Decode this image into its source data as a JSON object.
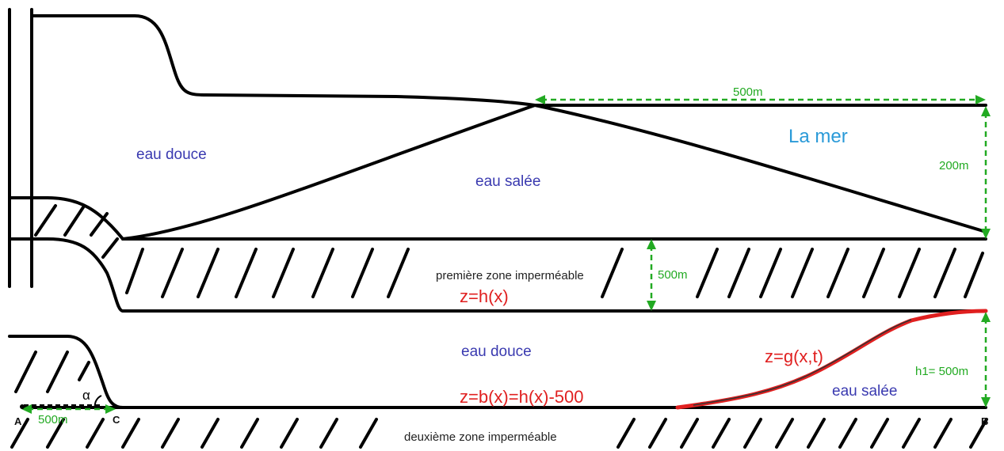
{
  "labels": {
    "fresh_water_top": "eau douce",
    "salt_water_top": "eau salée",
    "sea": "La mer",
    "first_impermeable": "première zone imperméable",
    "eq_h": "z=h(x)",
    "fresh_water_bottom": "eau douce",
    "eq_b": "z=b(x)=h(x)-500",
    "eq_g": "z=g(x,t)",
    "salt_water_bottom": "eau salée",
    "second_impermeable": "deuxième zone imperméable"
  },
  "dimensions": {
    "top_width": "500m",
    "sea_depth": "200m",
    "layer_thickness": "500m",
    "h1": "h1= 500m",
    "ac_length": "500m"
  },
  "points": {
    "A": "A",
    "B": "B",
    "C": "C",
    "alpha": "α"
  },
  "colors": {
    "lines": "#000000",
    "dimension": "#22aa22",
    "equation": "#e02020",
    "water_text": "#3a3ab0",
    "sea_text": "#2a9ad8"
  }
}
